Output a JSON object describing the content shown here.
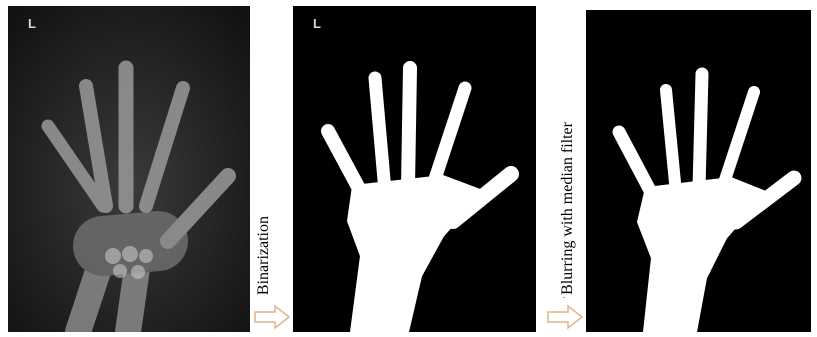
{
  "panels": [
    {
      "name": "original-xray",
      "side_marker": "L"
    },
    {
      "name": "binarized-image",
      "side_marker": "L"
    },
    {
      "name": "median-filtered-image",
      "side_marker": ""
    }
  ],
  "steps": {
    "binarization": "Binarization",
    "median": "Blurring with median filter",
    "dot": "."
  },
  "colors": {
    "xray_bg": "#1c1c1c",
    "bone": "#bdbdbd",
    "mask": "#ffffff",
    "arrow": "#e2b48c"
  }
}
